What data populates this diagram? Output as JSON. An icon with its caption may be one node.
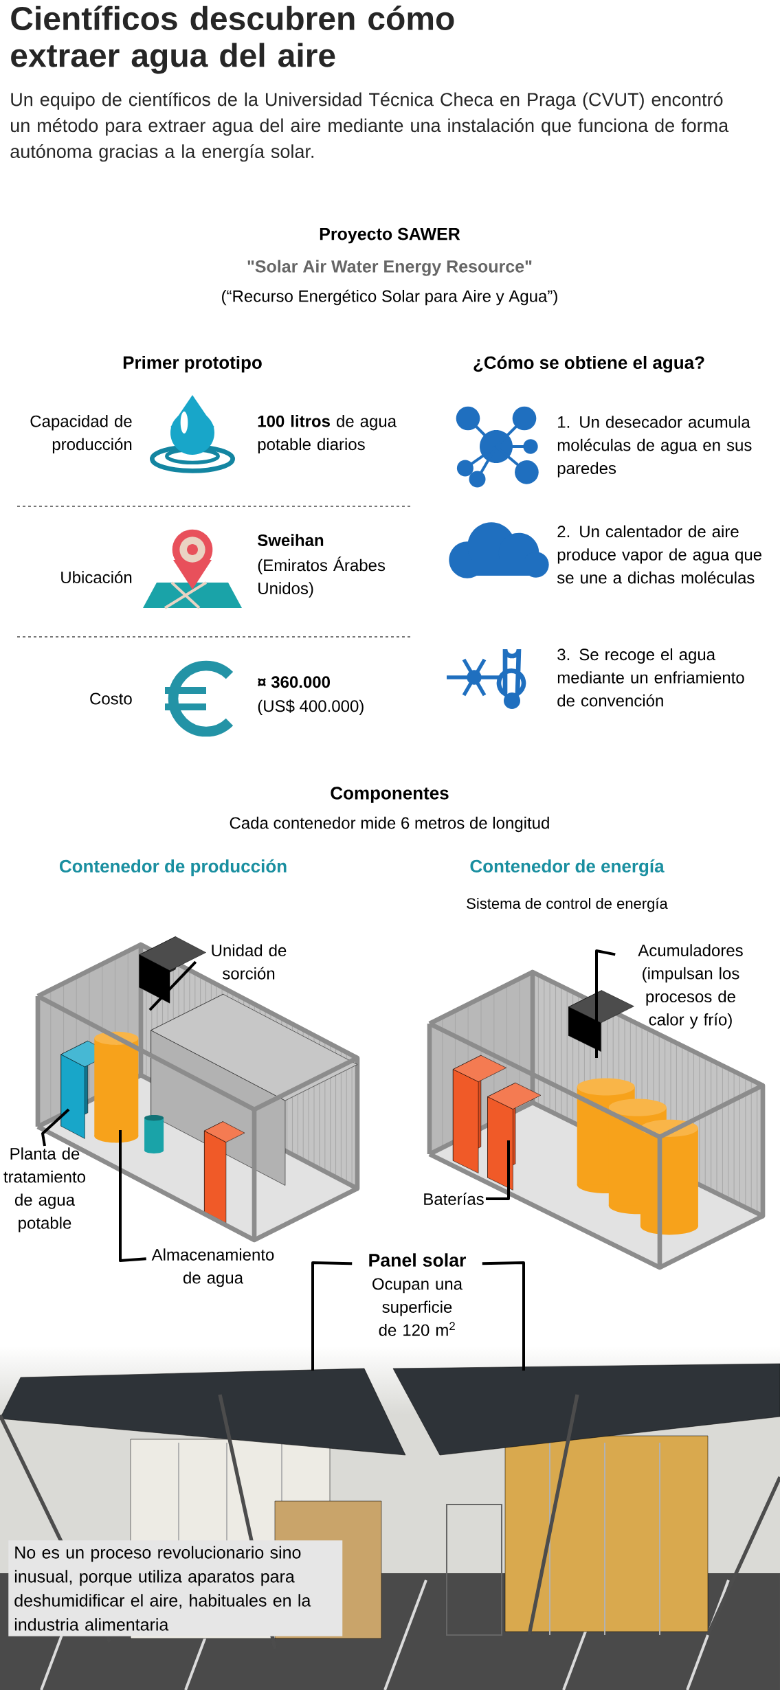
{
  "diagram": {
    "title": "Científicos descubren cómo extraer agua del aire",
    "nodes": [
      {
        "text": [
          "Unidad de sorción"
        ]
      },
      {
        "text": [
          "Planta de tratamiento de agua potable"
        ]
      },
      {
        "text": [
          "Almacenamiento de agua"
        ]
      },
      {
        "text": [
          "Acumuladores (impulsan los procesos de calor y frío)"
        ]
      },
      {
        "text": [
          "Baterías"
        ]
      },
      {
        "text": [
          "Panel solar",
          "Ocupan una superficie de 120 m$^{2}$"
        ]
      }
    ],
    "edges": [
      {
        "from": 0,
        "to": null,
        "arrow": "none"
      },
      {
        "from": 1,
        "to": null,
        "arrow": "none"
      },
      {
        "from": 2,
        "to": null,
        "arrow": "none"
      },
      {
        "from": 3,
        "to": null,
        "arrow": "none"
      },
      {
        "from": 4,
        "to": null,
        "arrow": "none"
      },
      {
        "from": 5,
        "to": null,
        "arrow": "none"
      },
      {
        "from": 5,
        "to": null,
        "arrow": "none"
      }
    ],
    "labels": [
      "Un equipo de científicos de la Universidad Técnica Checa en Praga (CVUT) encontró un método para extraer agua del aire mediante una instalación que funciona de forma autónoma gracias a la energía solar.",
      "Proyecto SAWER",
      "\"Solar Air Water Energy Resource\"",
      "(“Recurso Energético Solar para Aire y Agua”)",
      "Primer prototipo",
      "¿Cómo se obtiene el agua?",
      "Capacidad de producción",
      "**100 litros** de agua potable diarios",
      "1. Un desecador acumula moléculas de agua en sus paredes",
      "Ubicación",
      "Sweihan",
      "(Emiratos Árabes Unidos)",
      "2. Un calentador de aire produce vapor de agua que se une a dichas moléculas",
      "Costo",
      "¤ 360.000",
      "(US$ 400.000)",
      "3. Se recoge el agua mediante un enfriamiento de convención",
      "Componentes",
      "Cada contenedor mide 6 metros de longitud",
      "Contenedor de producción",
      "Contenedor de energía",
      "Sistema de control de energía",
      "No es un proceso revolucionario sino inusual, porque utiliza aparatos para deshumidificar el aire, habituales en la industria alimentaria"
    ]
  }
}
